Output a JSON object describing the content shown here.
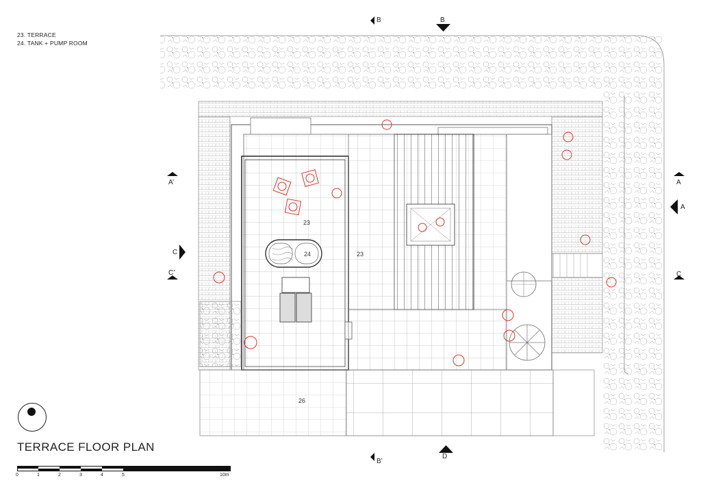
{
  "legend": {
    "items": [
      "23. TERRACE",
      "24. TANK + PUMP ROOM"
    ]
  },
  "title": "TERRACE FLOOR PLAN",
  "sections": {
    "b_top_small": "B",
    "b_top_arrow": "B",
    "a_prime": "A’",
    "a_right_small": "A",
    "a_right_arrow": "A",
    "c_left_arrow": "C",
    "c_prime": "C’",
    "c_right": "C",
    "b_prime_bottom": "B’",
    "d_bottom": "D"
  },
  "rooms": {
    "r23a": "23",
    "r24": "24",
    "r23b": "23",
    "r26": "26"
  },
  "scale": {
    "labels": [
      "0",
      "1",
      "2",
      "3",
      "4",
      "5",
      "10m"
    ]
  },
  "colors": {
    "line": "#555555",
    "furniture": "#d9362b",
    "ink": "#222222"
  }
}
